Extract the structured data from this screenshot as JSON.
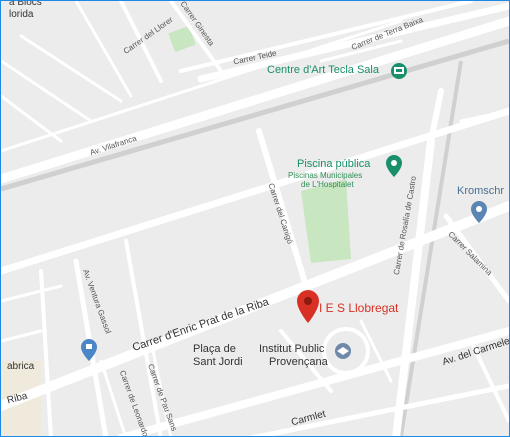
{
  "map": {
    "labels": {
      "top_left_1": "a Blocs",
      "top_left_2": "lorida",
      "carrer_llorer": "Carrer del Llorer",
      "carrer_gerrera": "Carrer Ginesta",
      "carrer_teide": "Carrer Teide",
      "carrer_terra_baixa": "Carrer de Terra Baixa",
      "av_vilafranca": "Av. Vilafranca",
      "carrer_canigo": "Carrer del Canigó",
      "carrer_rosalia": "Carrer de Rosalía de Castro",
      "carrer_salamina": "Carrer Salamina",
      "carrer_enric": "Carrer d'Enric Prat de la Riba",
      "av_ventura": "Av. Ventura Gassol",
      "carrer_pau_sans": "Carrer de Pau Sans",
      "carrer_leonardo": "Carrer de Leonardo",
      "av_carmelet": "Av. del Carmelet",
      "carmelet_bottom": "Carmlet",
      "placa_1": "Plaça de",
      "placa_2": "Sant Jordi",
      "riba": "Riba",
      "fabrica": "abrica",
      "kromschr": "Kromschr"
    },
    "places": {
      "tecla_sala": "Centre d'Art Tecla Sala",
      "piscina": "Piscina pública",
      "piscina_sub_1": "Piscinas Municipales",
      "piscina_sub_2": "de L'Hospitalet",
      "ies": "I E S Llobregat",
      "institut_1": "Institut Public",
      "institut_2": "Provençana"
    },
    "colors": {
      "background": "#ececec",
      "road": "#ffffff",
      "green": "#c8e6c0",
      "marker_red": "#d93025",
      "poi_green": "#1a8f6b",
      "poi_blue": "#4a86c8",
      "border": "#1e88e5"
    },
    "icons": [
      "museum-icon",
      "pool-icon",
      "location-pin-icon",
      "school-icon",
      "shopping-icon",
      "poi-icon"
    ]
  }
}
